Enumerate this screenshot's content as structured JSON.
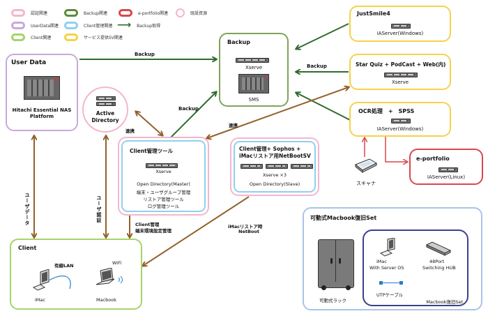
{
  "legend": [
    {
      "label": "認証関連",
      "color": "#f4b6cf",
      "shape": "rounded"
    },
    {
      "label": "Backup関連",
      "color": "#5c8a3c",
      "shape": "rounded"
    },
    {
      "label": "e-portfolio関連",
      "color": "#d8474b",
      "shape": "rounded"
    },
    {
      "label": "既設資源",
      "color": "#f4b6cf",
      "shape": "circle"
    },
    {
      "label": "UserData関連",
      "color": "#c9a8dc",
      "shape": "rounded"
    },
    {
      "label": "Client管理関連",
      "color": "#8fd0f0",
      "shape": "rounded"
    },
    {
      "label": "Backup取得",
      "color": "#2e6b2e",
      "shape": "arrow"
    },
    {
      "label": "Client関連",
      "color": "#a6d36a",
      "shape": "rounded"
    },
    {
      "label": "サービス提供SV関連",
      "color": "#f5d247",
      "shape": "rounded"
    }
  ],
  "colors": {
    "backup_arrow": "#2e6b2e",
    "link_arrow": "#94602a",
    "eportfolio_arrow": "#d8474b",
    "userdata_border": "#c9a8dc",
    "backup_border": "#7fa35a",
    "service_border": "#f5d247",
    "auth_border": "#f4b6cf",
    "client_mgmt_border": "#8fd0f0",
    "client_border": "#a6d36a",
    "eportfolio_border": "#d8474b",
    "recovery_outer_border": "#a9c4e8",
    "recovery_inner_border": "#3d3f8f"
  },
  "nodes": {
    "user_data": {
      "title": "User Data",
      "device": "Hitachi Essential NAS Platform"
    },
    "backup": {
      "title": "Backup",
      "server": "Xserve",
      "storage": "SMS"
    },
    "justsmile": {
      "title": "JustSmile4",
      "server": "IAServer(Windows)"
    },
    "starquiz": {
      "title": "Star Quiz + PodCast + Web(内)",
      "server": "Xserve"
    },
    "ocr": {
      "title": "OCR処理　+　SPSS",
      "server": "IAServer(Windows)"
    },
    "eportfolio": {
      "title": "e-portfolio",
      "server": "IAServer(Linux)"
    },
    "scanner": {
      "label": "スキャナ"
    },
    "active_directory": {
      "title_line1": "Active",
      "title_line2": "Directory"
    },
    "client_tool": {
      "title": "Client管理ツール",
      "server": "Xserve",
      "lines": [
        "Open Directory(Master)",
        "端末・ユーザグループ管理",
        "リストア管理ツール",
        "ログ管理ツール"
      ]
    },
    "client_sophos": {
      "title_line1": "Client管理+ Sophos +",
      "title_line2": "iMacリストア用NetBootSV",
      "server": "Xserve ×3",
      "role": "Open Directory(Slave)"
    },
    "client": {
      "title": "Client",
      "wired_label": "有線LAN",
      "wifi_label": "WiFi",
      "imac": "iMac",
      "macbook": "Macbook"
    },
    "recovery": {
      "title": "可動式Macbook復旧Set",
      "rack": "可動式ラック",
      "imac_line1": "iMac",
      "imac_line2": "With Server OS",
      "hub_line1": "48Port",
      "hub_line2": "Switching HUB",
      "cable": "UTPケーブル",
      "inner_label": "Macbook復旧Set"
    }
  },
  "edge_labels": {
    "userdata_backup": "Backup",
    "starquiz_backup": "Backup",
    "clienttool_backup": "Backup",
    "ad_link": "連携",
    "starquiz_link": "連携",
    "user_data_vertical": "ユーザデータ",
    "user_auth_vertical": "ユーザ認証",
    "client_mgmt_line1": "Client管理",
    "client_mgmt_line2": "端末環境設定管理",
    "netboot_line1": "iMacリストア時",
    "netboot_line2": "NetBoot"
  }
}
